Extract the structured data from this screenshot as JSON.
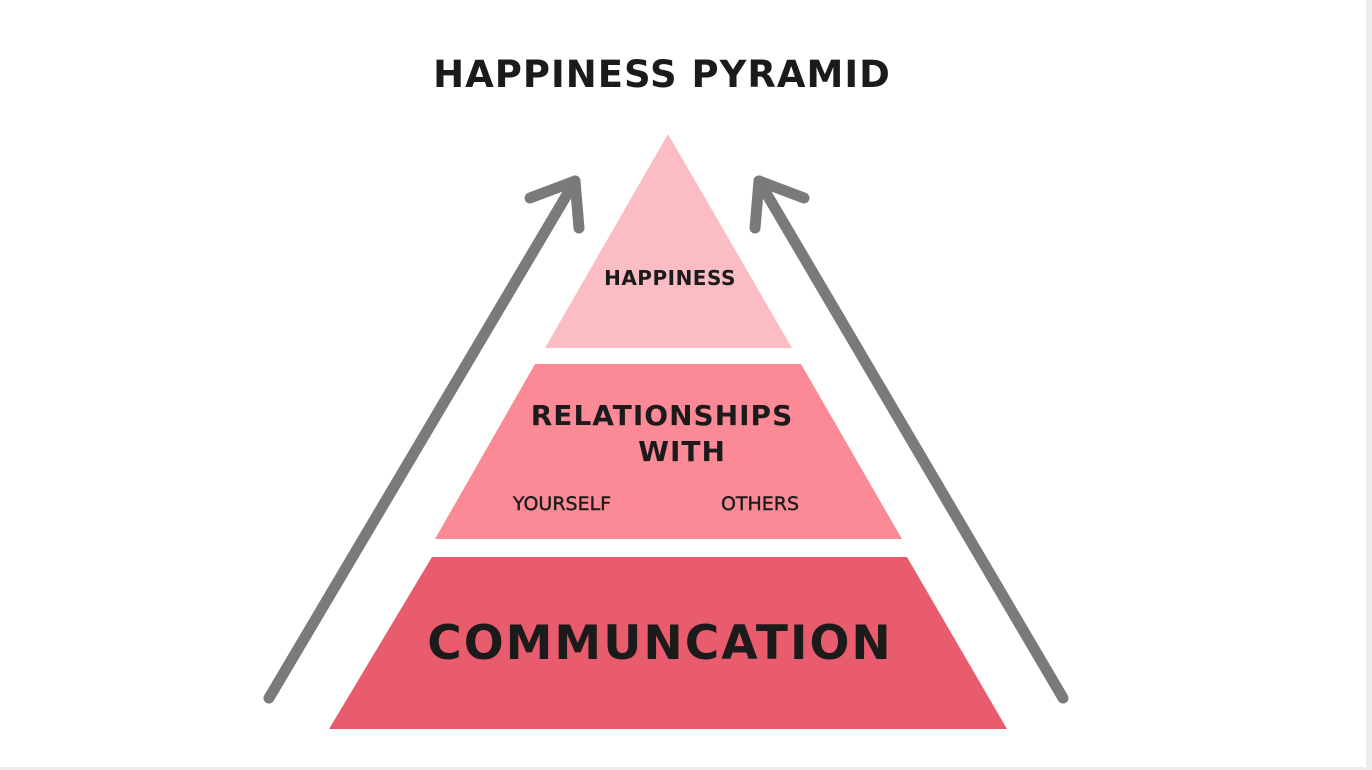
{
  "title": "HAPPINESS PYRAMID",
  "tiers": {
    "top": {
      "label": "HAPPINESS",
      "color": "#fcbcc3"
    },
    "middle": {
      "label_line1": "RELATIONSHIPS",
      "label_line2": "WITH",
      "left_label": "YOURSELF",
      "right_label": "OTHERS",
      "color": "#fb8a96"
    },
    "bottom": {
      "label": "COMMUNCATION",
      "color": "#e95c6d"
    }
  },
  "arrows": {
    "color": "#7a7a7a",
    "direction": "upward"
  }
}
